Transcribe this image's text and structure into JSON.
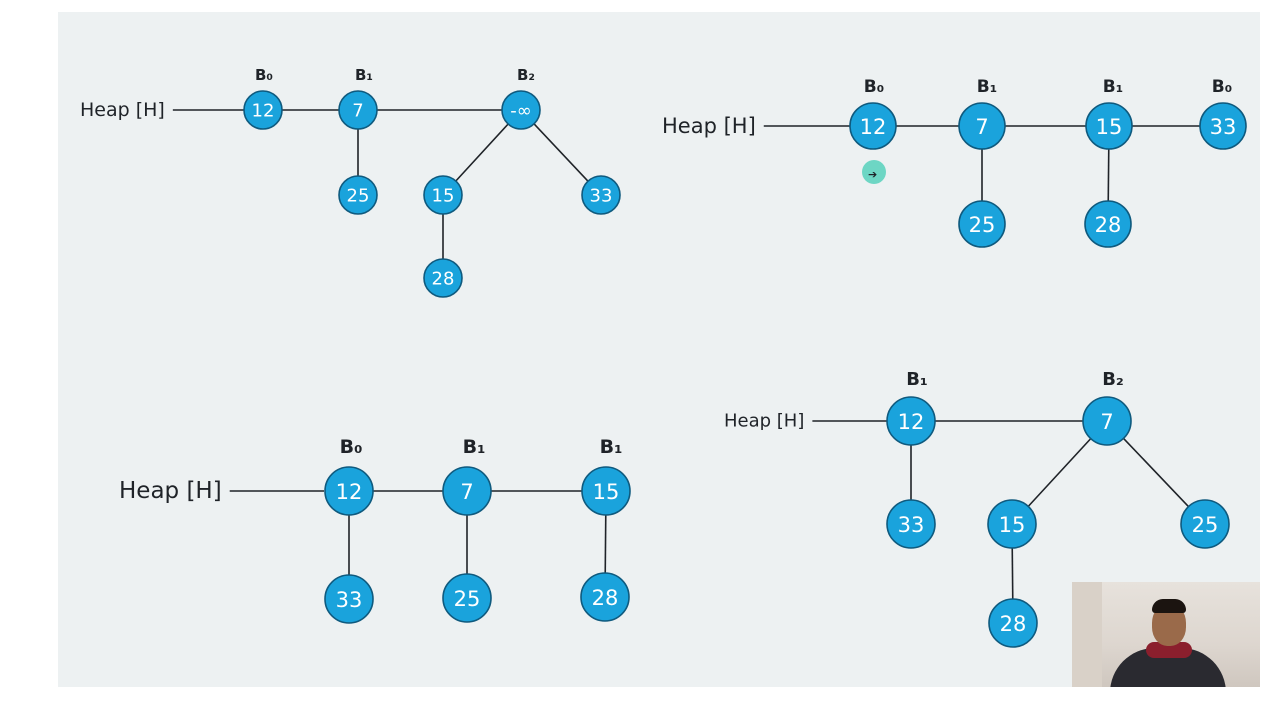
{
  "heap_label": "Heap [H]",
  "diagrams": [
    {
      "id": "top-left",
      "trees": [
        {
          "label": "B₀",
          "nodes": [
            "12"
          ]
        },
        {
          "label": "B₁",
          "nodes": [
            "7",
            "25"
          ]
        },
        {
          "label": "B₂",
          "nodes": [
            "-∞",
            "15",
            "28",
            "33"
          ]
        }
      ]
    },
    {
      "id": "top-right",
      "trees": [
        {
          "label": "B₀",
          "nodes": [
            "12"
          ]
        },
        {
          "label": "B₁",
          "nodes": [
            "7",
            "25"
          ]
        },
        {
          "label": "B₁",
          "nodes": [
            "15",
            "28"
          ]
        },
        {
          "label": "B₀",
          "nodes": [
            "33"
          ]
        }
      ]
    },
    {
      "id": "bottom-left",
      "trees": [
        {
          "label": "B₀",
          "nodes": [
            "12",
            "33"
          ]
        },
        {
          "label": "B₁",
          "nodes": [
            "7",
            "25"
          ]
        },
        {
          "label": "B₁",
          "nodes": [
            "15",
            "28"
          ]
        }
      ]
    },
    {
      "id": "bottom-right",
      "trees": [
        {
          "label": "B₁",
          "nodes": [
            "12",
            "33"
          ]
        },
        {
          "label": "B₂",
          "nodes": [
            "7",
            "15",
            "28",
            "25"
          ]
        }
      ]
    }
  ],
  "colors": {
    "node_fill": "#1aa3dc",
    "node_stroke": "#0f5a7e",
    "edge": "#1f2328",
    "background": "#edf1f2"
  }
}
